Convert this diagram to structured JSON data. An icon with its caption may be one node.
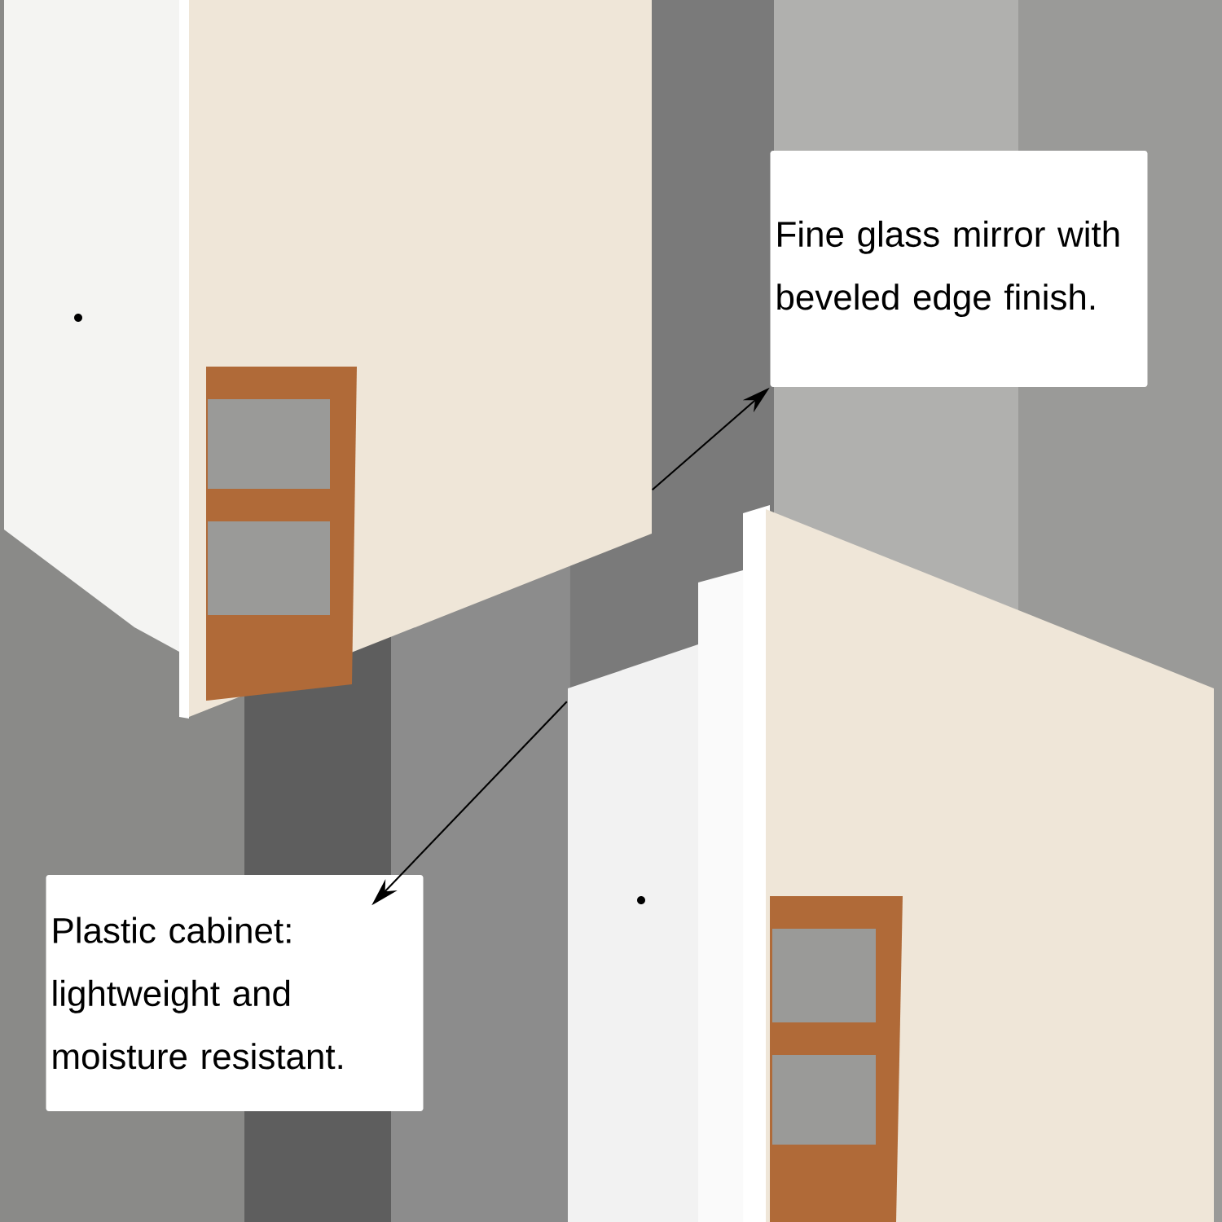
{
  "diagram": {
    "nodes": [
      {
        "text": [],
        "shape": "picture"
      },
      {
        "text": [
          "Fine glass mirror with beveled edge finish."
        ]
      },
      {
        "text": [],
        "shape": "picture"
      },
      {
        "text": [
          "Plastic cabinet: lightweight and moisture resistant."
        ]
      }
    ],
    "edges": [
      {
        "from": 0,
        "to": 1,
        "arrow": "to"
      },
      {
        "from": 2,
        "to": 3,
        "arrow": "to"
      }
    ]
  }
}
